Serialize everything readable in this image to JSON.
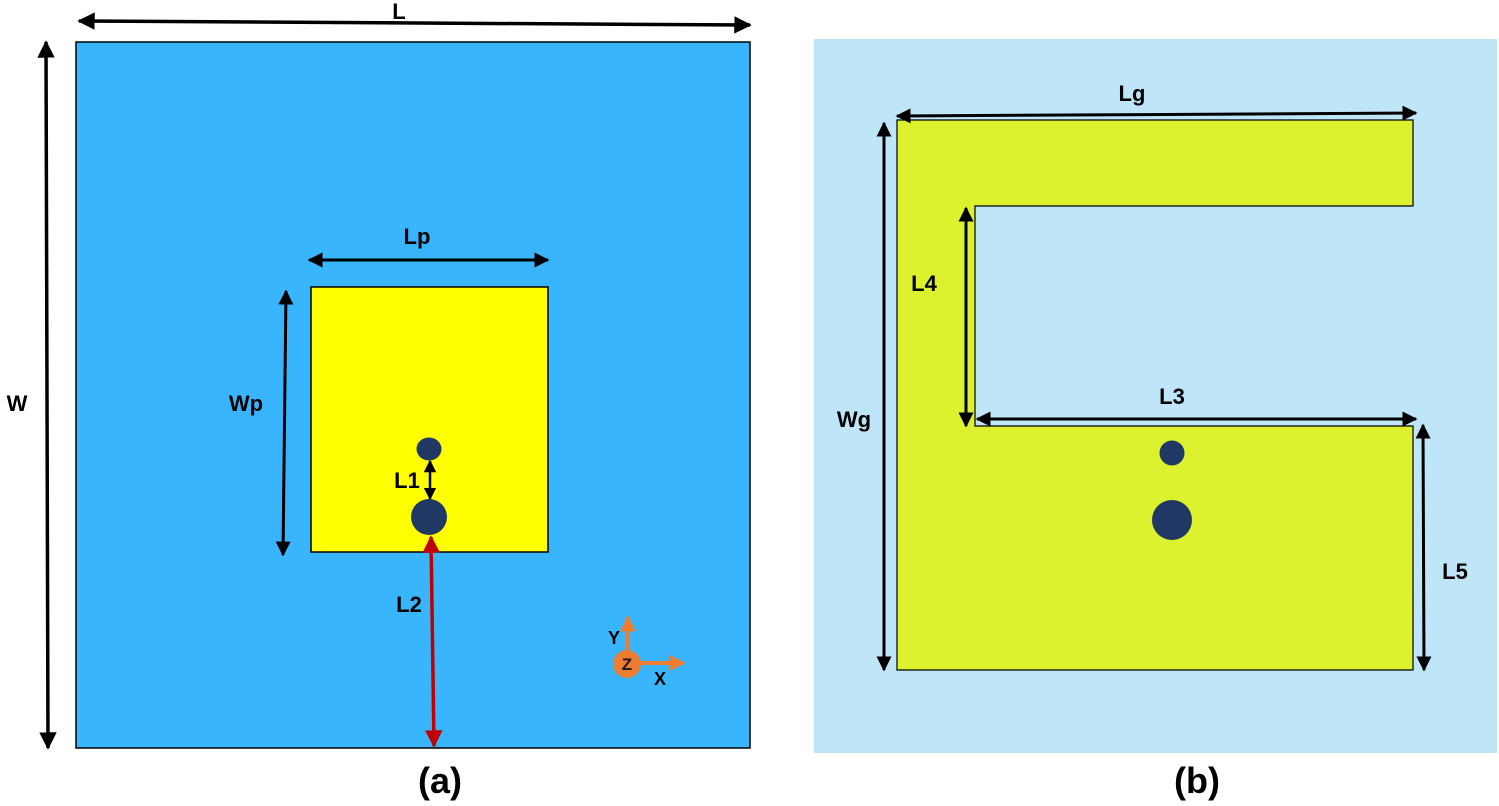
{
  "panel_a": {
    "caption": "(a)",
    "labels": {
      "L": "L",
      "W": "W",
      "Lp": "Lp",
      "Wp": "Wp",
      "L1": "L1",
      "L2": "L2"
    },
    "axes": {
      "x": "X",
      "y": "Y",
      "z": "Z"
    }
  },
  "panel_b": {
    "caption": "(b)",
    "labels": {
      "Lg": "Lg",
      "Wg": "Wg",
      "L3": "L3",
      "L4": "L4",
      "L5": "L5"
    }
  },
  "colors": {
    "substrate": "#39b5fe",
    "patch": "#ffff00",
    "ground_background": "#bfe5f9",
    "ground_plane": "#dcf22e",
    "via": "#1f3864",
    "feed_arrow": "#c00000",
    "axis_arrow": "#ed7d31",
    "dimension_arrow": "#000000"
  }
}
